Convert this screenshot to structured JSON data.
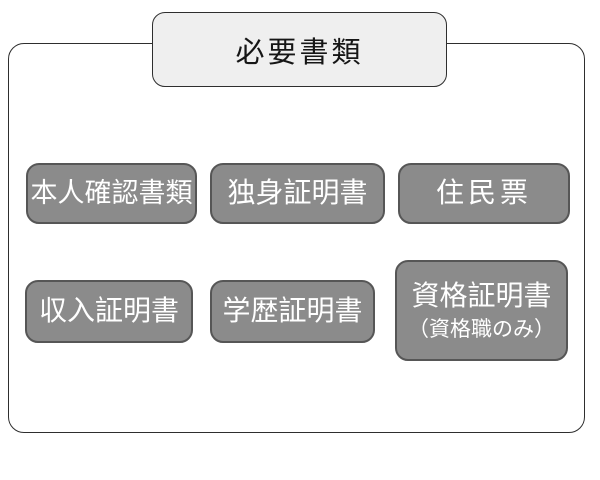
{
  "diagram": {
    "title": "必要書類",
    "boxes": [
      {
        "label": "本人確認書類"
      },
      {
        "label": "独身証明書"
      },
      {
        "label": "住民票"
      },
      {
        "label": "収入証明書"
      },
      {
        "label": "学歴証明書"
      },
      {
        "label": "資格証明書",
        "sublabel": "（資格職のみ）"
      }
    ],
    "colors": {
      "box_fill": "#8b8b8b",
      "box_border": "#565656",
      "box_text": "#ffffff",
      "title_fill": "#efefef",
      "outline": "#2e2e2e",
      "background": "#ffffff"
    }
  }
}
